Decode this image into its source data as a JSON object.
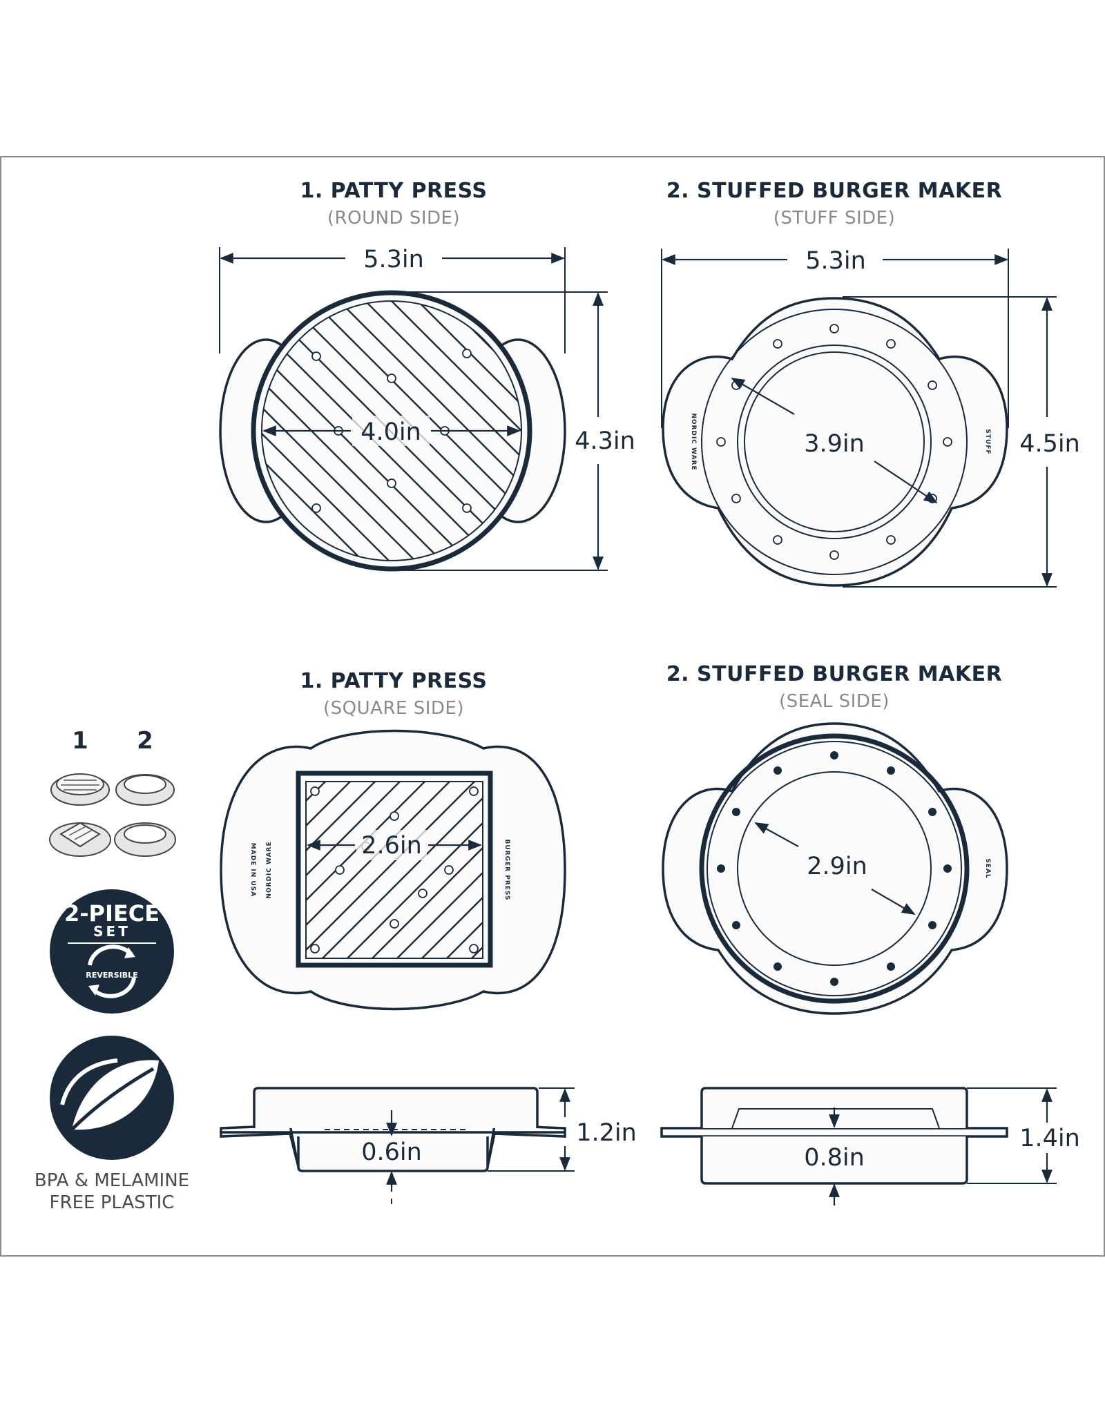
{
  "panels": {
    "round": {
      "title": "1. PATTY PRESS",
      "subtitle": "(ROUND SIDE)",
      "width": "5.3in",
      "inner": "4.0in",
      "height": "4.3in"
    },
    "stuff": {
      "title": "2. STUFFED BURGER MAKER",
      "subtitle": "(STUFF SIDE)",
      "width": "5.3in",
      "inner": "3.9in",
      "height": "4.5in",
      "side_label": "STUFF",
      "brand": "NORDIC WARE"
    },
    "square": {
      "title": "1. PATTY PRESS",
      "subtitle": "(SQUARE SIDE)",
      "inner": "2.6in",
      "brand": "NORDIC WARE",
      "made_in": "MADE IN USA",
      "product": "BURGER PRESS"
    },
    "seal": {
      "title": "2. STUFFED BURGER MAKER",
      "subtitle": "(SEAL SIDE)",
      "inner": "2.9in",
      "side_label": "SEAL"
    },
    "profile_press": {
      "height": "1.2in",
      "depth": "0.6in"
    },
    "profile_maker": {
      "height": "1.4in",
      "depth": "0.8in"
    }
  },
  "sidebar": {
    "piece_numbers": [
      "1",
      "2"
    ],
    "badge_top": "2-PIECE",
    "badge_mid": "SET",
    "badge_small": "REVERSIBLE",
    "bpa_line1": "BPA & MELAMINE",
    "bpa_line2": "FREE PLASTIC"
  },
  "colors": {
    "navy": "#1b2a3a",
    "frame": "#8c8c8c",
    "caption_grey": "#8a8a8a"
  }
}
